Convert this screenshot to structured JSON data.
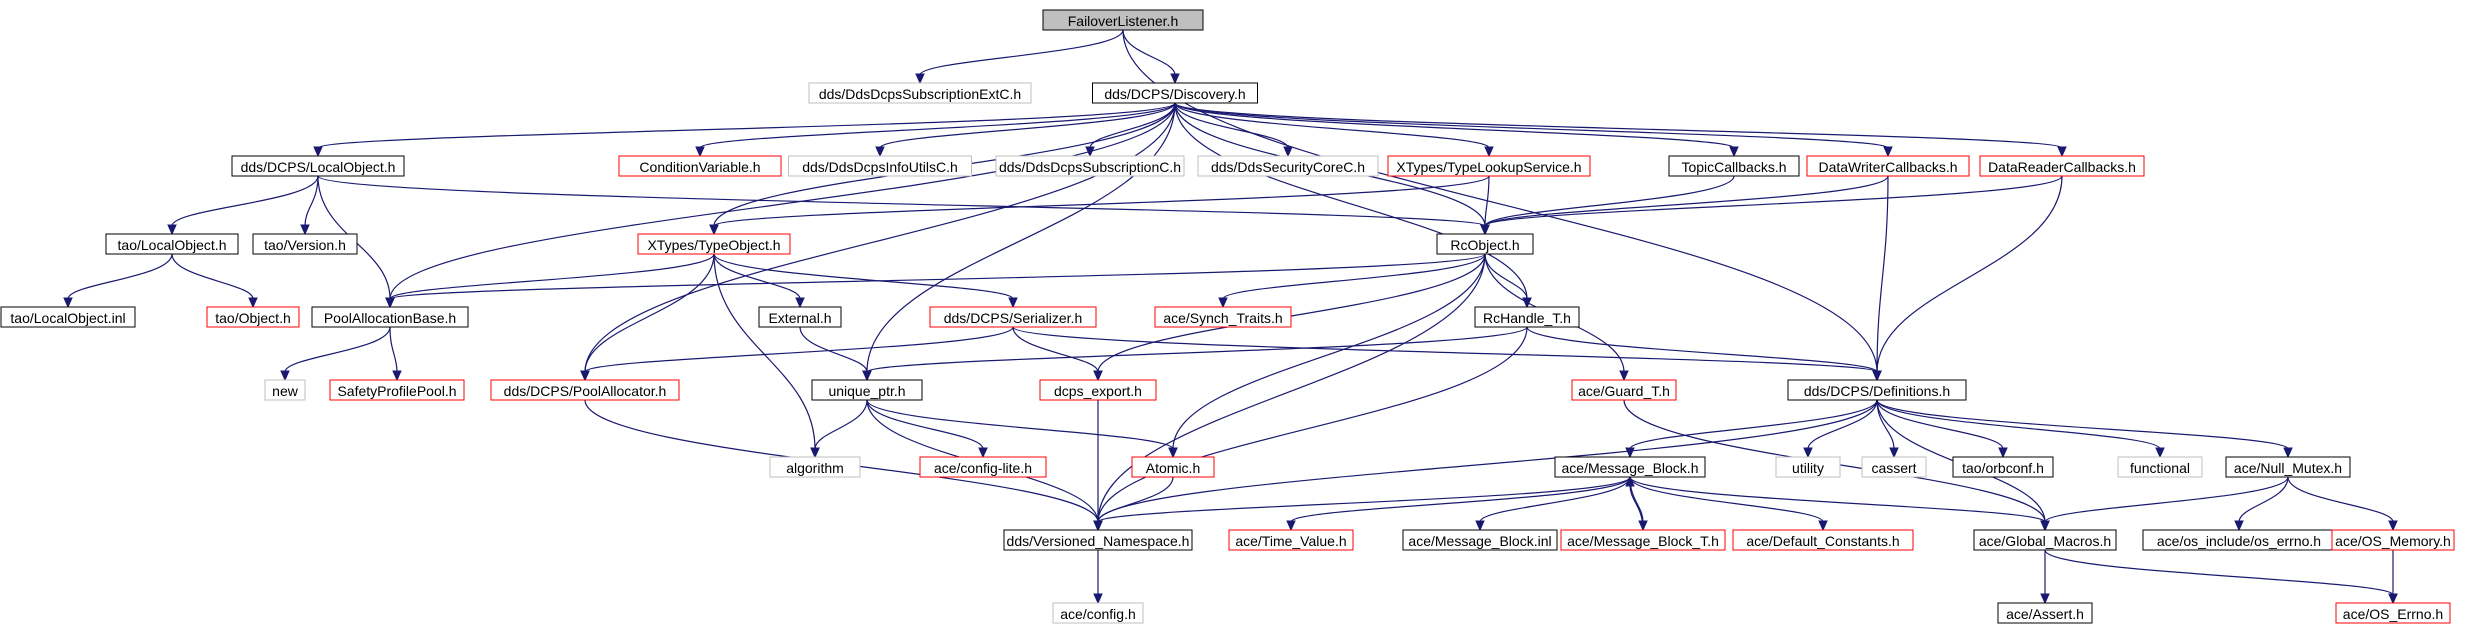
{
  "colors": {
    "background": "#ffffff",
    "edge": "#191970",
    "root_fill": "#bfbfbf",
    "root_border": "#000000",
    "link_border": "#000000",
    "incomplete_border": "#ff0000",
    "external_border": "#bfbfbf",
    "external_text": "#7f7f7f",
    "text": "#000000"
  },
  "nodes": [
    {
      "id": "FailoverListener",
      "label": "FailoverListener.h",
      "kind": "root"
    },
    {
      "id": "SubExtC",
      "label": "dds/DdsDcpsSubscriptionExtC.h",
      "kind": "external"
    },
    {
      "id": "Discovery",
      "label": "dds/DCPS/Discovery.h",
      "kind": "link"
    },
    {
      "id": "LocalObjectDCPS",
      "label": "dds/DCPS/LocalObject.h",
      "kind": "link"
    },
    {
      "id": "CondVar",
      "label": "ConditionVariable.h",
      "kind": "incomplete"
    },
    {
      "id": "InfoUtilsC",
      "label": "dds/DdsDcpsInfoUtilsC.h",
      "kind": "external"
    },
    {
      "id": "SubC",
      "label": "dds/DdsDcpsSubscriptionC.h",
      "kind": "external"
    },
    {
      "id": "SecCoreC",
      "label": "dds/DdsSecurityCoreC.h",
      "kind": "external"
    },
    {
      "id": "TypeLookup",
      "label": "XTypes/TypeLookupService.h",
      "kind": "incomplete"
    },
    {
      "id": "TopicCB",
      "label": "TopicCallbacks.h",
      "kind": "link"
    },
    {
      "id": "DWCB",
      "label": "DataWriterCallbacks.h",
      "kind": "incomplete"
    },
    {
      "id": "DRCB",
      "label": "DataReaderCallbacks.h",
      "kind": "incomplete"
    },
    {
      "id": "TaoLocalObject",
      "label": "tao/LocalObject.h",
      "kind": "link"
    },
    {
      "id": "TaoVersion",
      "label": "tao/Version.h",
      "kind": "link"
    },
    {
      "id": "TypeObject",
      "label": "XTypes/TypeObject.h",
      "kind": "incomplete"
    },
    {
      "id": "RcObject",
      "label": "RcObject.h",
      "kind": "link"
    },
    {
      "id": "TaoLocalObjectInl",
      "label": "tao/LocalObject.inl",
      "kind": "link"
    },
    {
      "id": "TaoObject",
      "label": "tao/Object.h",
      "kind": "incomplete"
    },
    {
      "id": "PoolAllocBase",
      "label": "PoolAllocationBase.h",
      "kind": "link"
    },
    {
      "id": "External",
      "label": "External.h",
      "kind": "link"
    },
    {
      "id": "Serializer",
      "label": "dds/DCPS/Serializer.h",
      "kind": "incomplete"
    },
    {
      "id": "SynchTraits",
      "label": "ace/Synch_Traits.h",
      "kind": "incomplete"
    },
    {
      "id": "RcHandle",
      "label": "RcHandle_T.h",
      "kind": "link"
    },
    {
      "id": "New",
      "label": "new",
      "kind": "external"
    },
    {
      "id": "SafetyPool",
      "label": "SafetyProfilePool.h",
      "kind": "incomplete"
    },
    {
      "id": "PoolAllocator",
      "label": "dds/DCPS/PoolAllocator.h",
      "kind": "incomplete"
    },
    {
      "id": "UniquePtr",
      "label": "unique_ptr.h",
      "kind": "link"
    },
    {
      "id": "DcpsExport",
      "label": "dcps_export.h",
      "kind": "incomplete"
    },
    {
      "id": "GuardT",
      "label": "ace/Guard_T.h",
      "kind": "incomplete"
    },
    {
      "id": "Definitions",
      "label": "dds/DCPS/Definitions.h",
      "kind": "link"
    },
    {
      "id": "Algorithm",
      "label": "algorithm",
      "kind": "external"
    },
    {
      "id": "ConfigLite",
      "label": "ace/config-lite.h",
      "kind": "incomplete"
    },
    {
      "id": "Atomic",
      "label": "Atomic.h",
      "kind": "incomplete"
    },
    {
      "id": "Utility",
      "label": "utility",
      "kind": "external"
    },
    {
      "id": "Cassert",
      "label": "cassert",
      "kind": "external"
    },
    {
      "id": "OrbConf",
      "label": "tao/orbconf.h",
      "kind": "link"
    },
    {
      "id": "Functional",
      "label": "functional",
      "kind": "external"
    },
    {
      "id": "NullMutex",
      "label": "ace/Null_Mutex.h",
      "kind": "link"
    },
    {
      "id": "MsgBlock",
      "label": "ace/Message_Block.h",
      "kind": "link"
    },
    {
      "id": "VersionedNS",
      "label": "dds/Versioned_Namespace.h",
      "kind": "link"
    },
    {
      "id": "TimeValue",
      "label": "ace/Time_Value.h",
      "kind": "incomplete"
    },
    {
      "id": "MsgBlockInl",
      "label": "ace/Message_Block.inl",
      "kind": "link"
    },
    {
      "id": "MsgBlockT",
      "label": "ace/Message_Block_T.h",
      "kind": "incomplete"
    },
    {
      "id": "DefConst",
      "label": "ace/Default_Constants.h",
      "kind": "incomplete"
    },
    {
      "id": "GlobalMacros",
      "label": "ace/Global_Macros.h",
      "kind": "link"
    },
    {
      "id": "OsErrnoInc",
      "label": "ace/os_include/os_errno.h",
      "kind": "link"
    },
    {
      "id": "OsMemory",
      "label": "ace/OS_Memory.h",
      "kind": "incomplete"
    },
    {
      "id": "Config",
      "label": "ace/config.h",
      "kind": "external"
    },
    {
      "id": "Assert",
      "label": "ace/Assert.h",
      "kind": "link"
    },
    {
      "id": "OsErrno",
      "label": "ace/OS_Errno.h",
      "kind": "incomplete"
    }
  ],
  "edges": [
    [
      "FailoverListener",
      "SubExtC"
    ],
    [
      "FailoverListener",
      "Discovery"
    ],
    [
      "FailoverListener",
      "Definitions"
    ],
    [
      "FailoverListener",
      "XTypesTypeObjectDummy"
    ],
    [
      "Discovery",
      "LocalObjectDCPS"
    ],
    [
      "Discovery",
      "CondVar"
    ],
    [
      "Discovery",
      "InfoUtilsC"
    ],
    [
      "Discovery",
      "SubC"
    ],
    [
      "Discovery",
      "SecCoreC"
    ],
    [
      "Discovery",
      "TypeLookup"
    ],
    [
      "Discovery",
      "TopicCB"
    ],
    [
      "Discovery",
      "DWCB"
    ],
    [
      "Discovery",
      "DRCB"
    ],
    [
      "Discovery",
      "RcObject"
    ],
    [
      "Discovery",
      "RcHandle"
    ],
    [
      "Discovery",
      "PoolAllocBase"
    ],
    [
      "Discovery",
      "PoolAllocator"
    ],
    [
      "Discovery",
      "UniquePtr"
    ],
    [
      "Discovery",
      "TypeObject"
    ],
    [
      "LocalObjectDCPS",
      "TaoLocalObject"
    ],
    [
      "LocalObjectDCPS",
      "TaoVersion"
    ],
    [
      "LocalObjectDCPS",
      "PoolAllocBase"
    ],
    [
      "LocalObjectDCPS",
      "RcObject"
    ],
    [
      "TaoLocalObject",
      "TaoLocalObjectInl"
    ],
    [
      "TaoLocalObject",
      "TaoObject"
    ],
    [
      "TypeLookup",
      "TypeObject"
    ],
    [
      "TypeLookup",
      "RcObject"
    ],
    [
      "TopicCB",
      "RcObject"
    ],
    [
      "DWCB",
      "RcObject"
    ],
    [
      "DWCB",
      "Definitions"
    ],
    [
      "DRCB",
      "RcObject"
    ],
    [
      "DRCB",
      "Definitions"
    ],
    [
      "TypeObject",
      "PoolAllocBase"
    ],
    [
      "TypeObject",
      "PoolAllocator"
    ],
    [
      "TypeObject",
      "External"
    ],
    [
      "TypeObject",
      "Serializer"
    ],
    [
      "TypeObject",
      "Algorithm"
    ],
    [
      "RcObject",
      "PoolAllocBase"
    ],
    [
      "RcObject",
      "SynchTraits"
    ],
    [
      "RcObject",
      "RcHandle"
    ],
    [
      "RcObject",
      "DcpsExport"
    ],
    [
      "RcObject",
      "GuardT"
    ],
    [
      "RcObject",
      "Atomic"
    ],
    [
      "RcObject",
      "VersionedNS"
    ],
    [
      "PoolAllocBase",
      "New"
    ],
    [
      "PoolAllocBase",
      "SafetyPool"
    ],
    [
      "External",
      "UniquePtr"
    ],
    [
      "Serializer",
      "PoolAllocator"
    ],
    [
      "Serializer",
      "DcpsExport"
    ],
    [
      "Serializer",
      "Definitions"
    ],
    [
      "RcHandle",
      "UniquePtr"
    ],
    [
      "RcHandle",
      "Definitions"
    ],
    [
      "RcHandle",
      "VersionedNS"
    ],
    [
      "PoolAllocator",
      "VersionedNS"
    ],
    [
      "UniquePtr",
      "Algorithm"
    ],
    [
      "UniquePtr",
      "ConfigLite"
    ],
    [
      "UniquePtr",
      "Atomic"
    ],
    [
      "UniquePtr",
      "VersionedNS"
    ],
    [
      "DcpsExport",
      "VersionedNS"
    ],
    [
      "Atomic",
      "VersionedNS"
    ],
    [
      "GuardT",
      "GlobalMacros"
    ],
    [
      "Definitions",
      "Utility"
    ],
    [
      "Definitions",
      "Cassert"
    ],
    [
      "Definitions",
      "OrbConf"
    ],
    [
      "Definitions",
      "Functional"
    ],
    [
      "Definitions",
      "NullMutex"
    ],
    [
      "Definitions",
      "MsgBlock"
    ],
    [
      "Definitions",
      "GlobalMacros"
    ],
    [
      "Definitions",
      "VersionedNS"
    ],
    [
      "MsgBlock",
      "TimeValue"
    ],
    [
      "MsgBlock",
      "MsgBlockInl"
    ],
    [
      "MsgBlock",
      "MsgBlockT"
    ],
    [
      "MsgBlock",
      "DefConst"
    ],
    [
      "MsgBlock",
      "GlobalMacros"
    ],
    [
      "MsgBlock",
      "VersionedNS"
    ],
    [
      "MsgBlockT",
      "MsgBlock"
    ],
    [
      "NullMutex",
      "GlobalMacros"
    ],
    [
      "NullMutex",
      "OsErrnoInc"
    ],
    [
      "NullMutex",
      "OsMemory"
    ],
    [
      "OsMemory",
      "OsErrno"
    ],
    [
      "GlobalMacros",
      "Assert"
    ],
    [
      "GlobalMacros",
      "OsErrno"
    ],
    [
      "VersionedNS",
      "Config"
    ]
  ]
}
